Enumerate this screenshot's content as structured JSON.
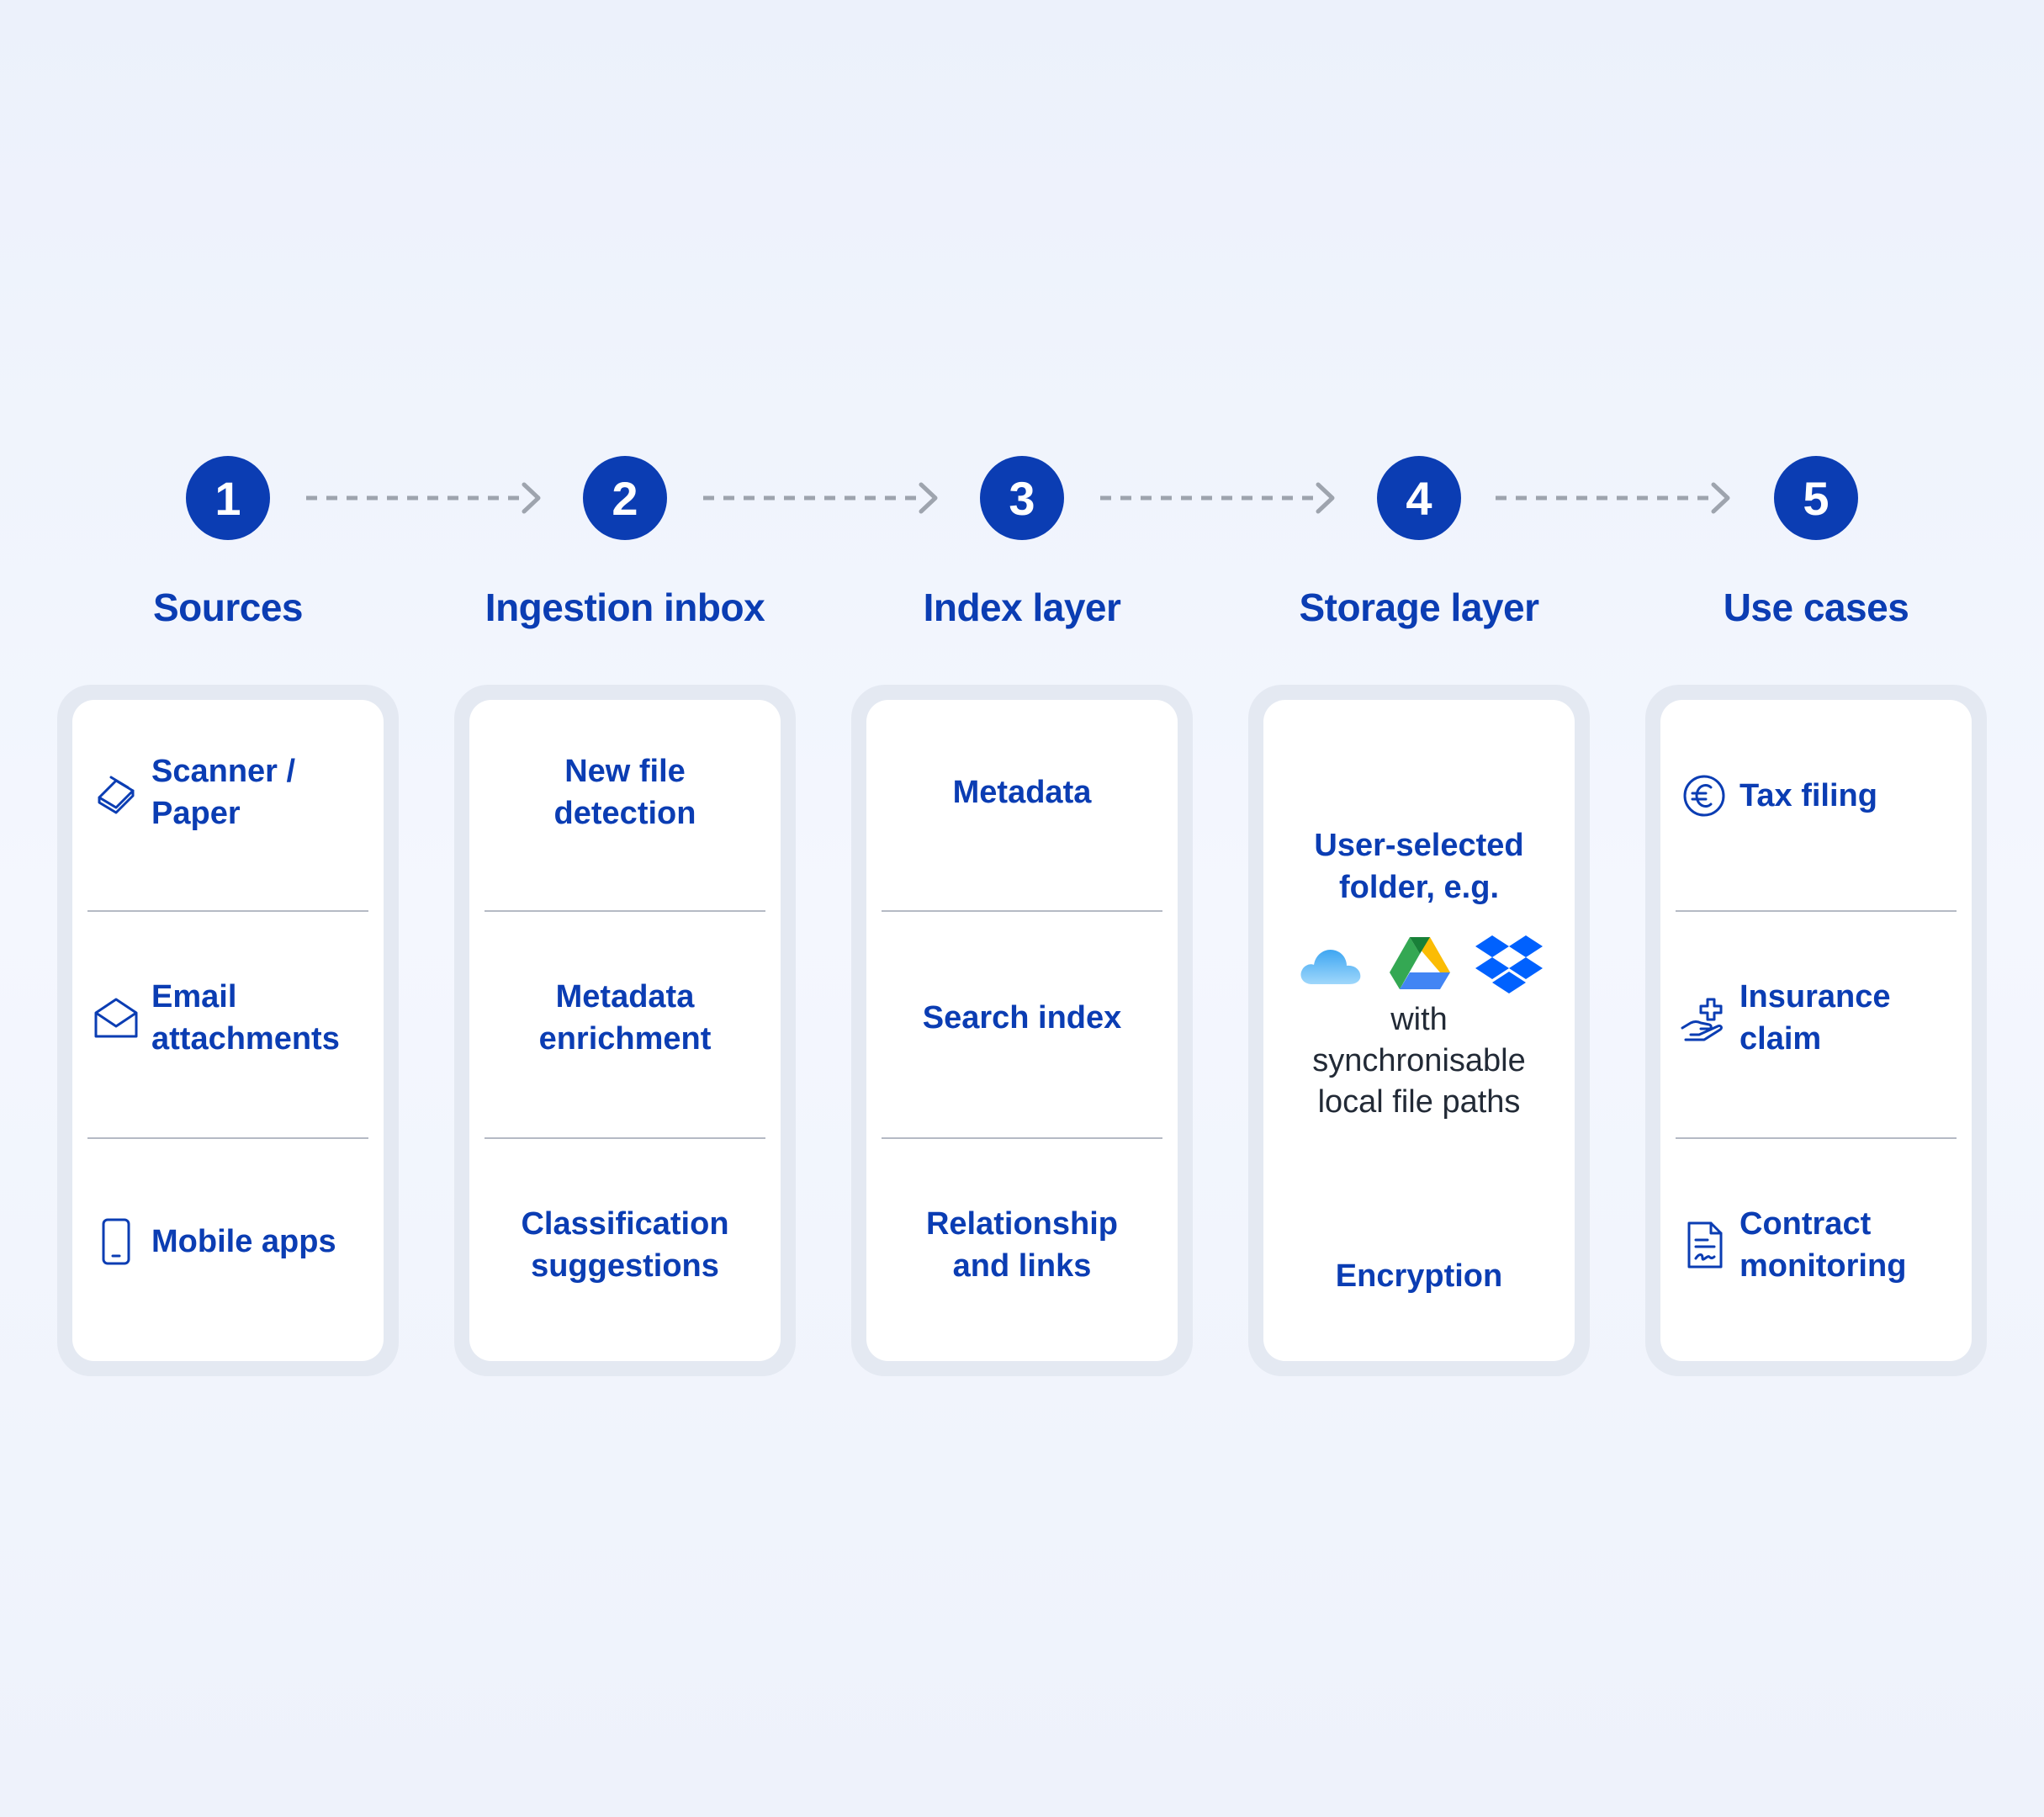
{
  "steps": [
    {
      "number": "1",
      "title": "Sources"
    },
    {
      "number": "2",
      "title": "Ingestion inbox"
    },
    {
      "number": "3",
      "title": "Index layer"
    },
    {
      "number": "4",
      "title": "Storage layer"
    },
    {
      "number": "5",
      "title": "Use cases"
    }
  ],
  "sources": {
    "items": [
      {
        "line1": "Scanner /",
        "line2": "Paper",
        "icon": "scanner-icon"
      },
      {
        "line1": "Email",
        "line2": "attachments",
        "icon": "envelope-icon"
      },
      {
        "line1": "Mobile apps",
        "icon": "mobile-phone-icon"
      }
    ]
  },
  "ingestion": {
    "items": [
      {
        "line1": "New file",
        "line2": "detection"
      },
      {
        "line1": "Metadata",
        "line2": "enrichment"
      },
      {
        "line1": "Classification",
        "line2": "suggestions"
      }
    ]
  },
  "index": {
    "items": [
      {
        "line1": "Metadata"
      },
      {
        "line1": "Search index"
      },
      {
        "line1": "Relationship",
        "line2": "and links"
      }
    ]
  },
  "storage": {
    "title_line1": "User-selected",
    "title_line2": "folder, e.g.",
    "sub_line1": "with",
    "sub_line2": "synchronisable",
    "sub_line3": "local file paths",
    "bottom": "Encryption",
    "logos": [
      "icloud-icon",
      "google-drive-icon",
      "dropbox-icon"
    ]
  },
  "usecases": {
    "items": [
      {
        "line1": "Tax filing",
        "icon": "euro-coin-icon"
      },
      {
        "line1": "Insurance",
        "line2": "claim",
        "icon": "hand-with-cross-icon"
      },
      {
        "line1": "Contract",
        "line2": "monitoring",
        "icon": "signed-document-icon"
      }
    ]
  },
  "colors": {
    "accent": "#0b3db3",
    "card_border": "#e4e9f2",
    "arrow": "#9ea4ae",
    "divider": "#b5bac4"
  }
}
